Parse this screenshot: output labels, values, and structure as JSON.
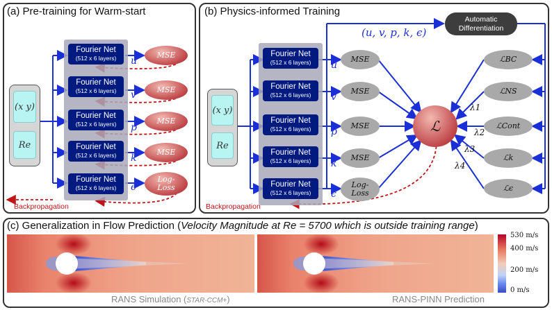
{
  "panel_a": {
    "title": "(a) Pre-training for Warm-start",
    "inputs": {
      "xy": "(x y)",
      "re": "Re"
    },
    "nets": [
      {
        "title": "Fourier Net",
        "sub": "(512 x 6 layers)",
        "var": "u",
        "loss": "MSE"
      },
      {
        "title": "Fourier Net",
        "sub": "(512 x 6 layers)",
        "var": "v",
        "loss": "MSE"
      },
      {
        "title": "Fourier Net",
        "sub": "(512 x 6 layers)",
        "var": "p",
        "loss": "MSE"
      },
      {
        "title": "Fourier Net",
        "sub": "(512 x 6 layers)",
        "var": "k",
        "loss": "MSE"
      },
      {
        "title": "Fourier Net",
        "sub": "(512 x 6 layers)",
        "var": "ϵ",
        "loss": "Log-Loss"
      }
    ],
    "backprop": "Backpropagation"
  },
  "panel_b": {
    "title": "(b) Physics-informed Training",
    "outputs_label": "(u, v, p, k, ϵ)",
    "autodiff": "Automatic Differentiation",
    "inputs": {
      "xy": "(x y)",
      "re": "Re"
    },
    "nets": [
      {
        "title": "Fourier Net",
        "sub": "(512 x 6 layers)",
        "var": "u",
        "loss": "MSE"
      },
      {
        "title": "Fourier Net",
        "sub": "(512 x 6 layers)",
        "var": "v",
        "loss": "MSE"
      },
      {
        "title": "Fourier Net",
        "sub": "(512 x 6 layers)",
        "var": "p",
        "loss": "MSE"
      },
      {
        "title": "Fourier Net",
        "sub": "(512 x 6 layers)",
        "var": "k",
        "loss": "MSE"
      },
      {
        "title": "Fourier Net",
        "sub": "(512 x 6 layers)",
        "var": "ϵ",
        "loss": "Log-Loss"
      }
    ],
    "total_loss": "ℒ",
    "physics_losses": [
      "ℒBC",
      "ℒNS",
      "ℒCont",
      "ℒk",
      "ℒϵ"
    ],
    "lambdas": [
      "λ1",
      "λ2",
      "λ3",
      "λ4"
    ],
    "backprop": "Backpropagation"
  },
  "panel_c": {
    "title_prefix": "(c) Generalization in Flow Prediction (",
    "title_italic": "Velocity Magnitude at Re = 5700 which is outside training range",
    "title_suffix": ")",
    "left_caption": "RANS Simulation (",
    "left_caption_small": "STAR-CCM+",
    "left_caption_end": ")",
    "right_caption": "RANS-PINN Prediction",
    "colorbar_ticks": [
      "530 m/s",
      "400 m/s",
      "200 m/s",
      "0 m/s"
    ],
    "colorbar_values": [
      530,
      400,
      200,
      0
    ]
  },
  "colors": {
    "arrow": "#1a2fd6",
    "net": "#001a80",
    "backprop": "#c0141a"
  }
}
